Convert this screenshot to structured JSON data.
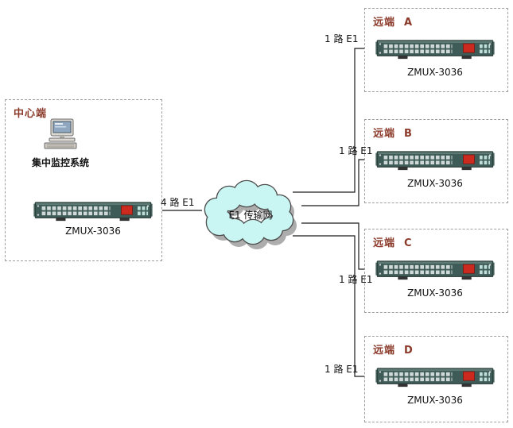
{
  "colors": {
    "box_title_color": "#8b3a2a",
    "cloud_fill": "#c9f6f3",
    "cloud_stroke": "#4d4d4d",
    "cloud_shadow": "#adadad",
    "device_accent_red": "#cc2a1e"
  },
  "center": {
    "title": "中心端",
    "system_label": "集中监控系统",
    "device_label": "ZMUX-3036",
    "link_label": "4 路 E1"
  },
  "cloud": {
    "label": "E1 传输网"
  },
  "remotes": [
    {
      "id": "A",
      "title": "远端  A",
      "device_label": "ZMUX-3036",
      "link_label": "1 路 E1"
    },
    {
      "id": "B",
      "title": "远端  B",
      "device_label": "ZMUX-3036",
      "link_label": "1 路 E1"
    },
    {
      "id": "C",
      "title": "远端  C",
      "device_label": "ZMUX-3036",
      "link_label": "1 路 E1"
    },
    {
      "id": "D",
      "title": "远端  D",
      "device_label": "ZMUX-3036",
      "link_label": "1 路 E1"
    }
  ]
}
